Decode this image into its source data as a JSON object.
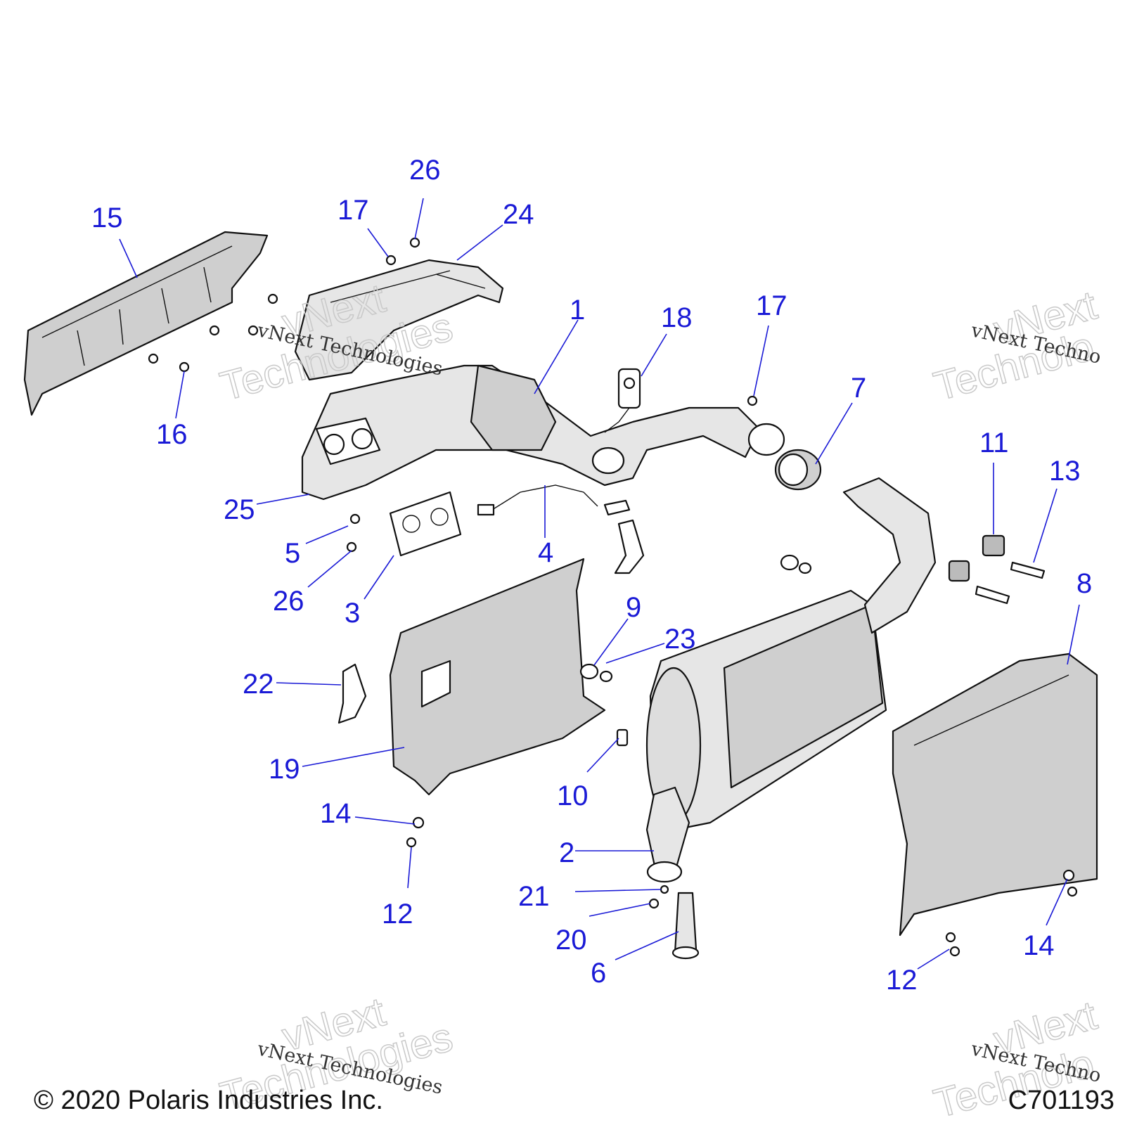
{
  "callouts": [
    "1",
    "2",
    "3",
    "4",
    "5",
    "6",
    "7",
    "8",
    "9",
    "10",
    "11",
    "12",
    "12",
    "12",
    "13",
    "14",
    "14",
    "15",
    "16",
    "17",
    "17",
    "18",
    "19",
    "20",
    "21",
    "22",
    "23",
    "24",
    "25",
    "26",
    "26"
  ],
  "watermark": {
    "script_text": "vNext Technologies",
    "outline_line1": "vNext",
    "outline_line2": "Technologies",
    "right_script_text": "vNext Techno",
    "right_outline_line1": "vNext",
    "right_outline_line2": "Technolo"
  },
  "footer": {
    "copyright": "© 2020 Polaris Industries Inc.",
    "figure_id": "C701193"
  }
}
